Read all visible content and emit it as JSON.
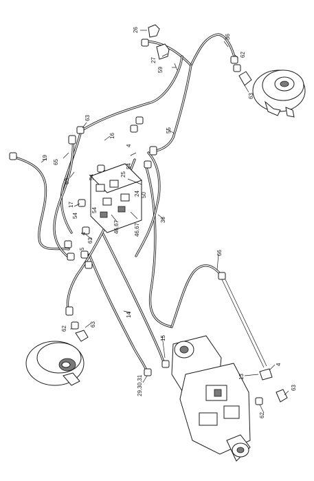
{
  "callouts": {
    "c26": "26",
    "c36a": "36",
    "c62a": "62",
    "c27": "27",
    "c59": "59",
    "c63a": "63",
    "c55": "55",
    "c63b": "63",
    "c16": "16",
    "c4a": "4",
    "c19": "19",
    "c65": "65",
    "c63c": "63",
    "c54a": "54",
    "c54b": "54",
    "c25": "25",
    "c24": "24",
    "c50": "50",
    "c17": "17",
    "c54c": "54",
    "c54d": "54",
    "c4b": "4",
    "c63d": "63",
    "c5": "5",
    "c4667a": "46,67",
    "c4667b": "46,67",
    "c36b": "36",
    "c66": "66",
    "c14": "14",
    "c62b": "62",
    "c63e": "63",
    "c15": "15",
    "c293031": "29,30,31",
    "c13": "13",
    "c4c": "4",
    "c62c": "62",
    "c63f": "63"
  },
  "colors": {
    "line": "#1a1a1a",
    "background": "#ffffff",
    "shade": "#7a7a7a"
  }
}
